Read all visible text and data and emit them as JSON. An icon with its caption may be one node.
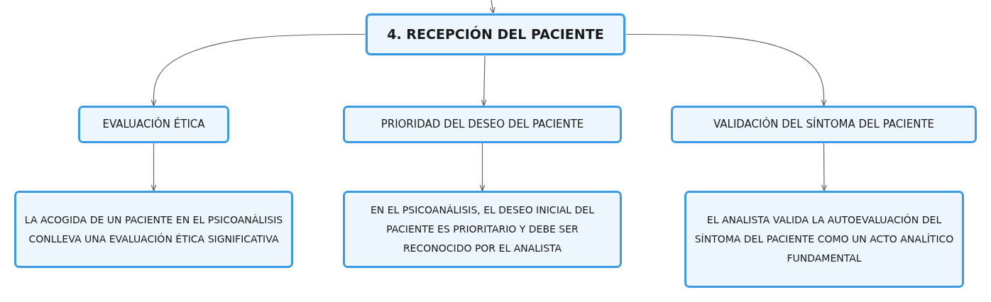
{
  "diagram": {
    "nodes": [
      {
        "text": [
          "4. RECEPCIÓN DEL PACIENTE"
        ]
      },
      {
        "text": [
          "EVALUACIÓN ÉTICA"
        ]
      },
      {
        "text": [
          "PRIORIDAD DEL DESEO DEL PACIENTE"
        ]
      },
      {
        "text": [
          "VALIDACIÓN DEL SÍNTOMA DEL PACIENTE"
        ]
      },
      {
        "text": [
          "LA ACOGIDA DE UN PACIENTE EN EL PSICOANÁLISIS CONLLEVA UNA EVALUACIÓN ÉTICA SIGNIFICATIVA"
        ]
      },
      {
        "text": [
          "EN EL PSICOANÁLISIS, EL DESEO INICIAL DEL PACIENTE ES PRIORITARIO Y DEBE SER RECONOCIDO POR EL ANALISTA"
        ]
      },
      {
        "text": [
          "EL ANALISTA VALIDA LA AUTOEVALUACIÓN DEL SÍNTOMA DEL PACIENTE COMO UN ACTO ANALÍTICO FUNDAMENTAL"
        ]
      }
    ],
    "edges": [
      {
        "from": null,
        "to": 0,
        "arrow": "to"
      },
      {
        "from": 0,
        "to": 1,
        "arrow": "to"
      },
      {
        "from": 0,
        "to": 2,
        "arrow": "to"
      },
      {
        "from": 0,
        "to": 3,
        "arrow": "to"
      },
      {
        "from": 1,
        "to": 4,
        "arrow": "to"
      },
      {
        "from": 2,
        "to": 5,
        "arrow": "to"
      },
      {
        "from": 3,
        "to": 6,
        "arrow": "to"
      }
    ]
  }
}
